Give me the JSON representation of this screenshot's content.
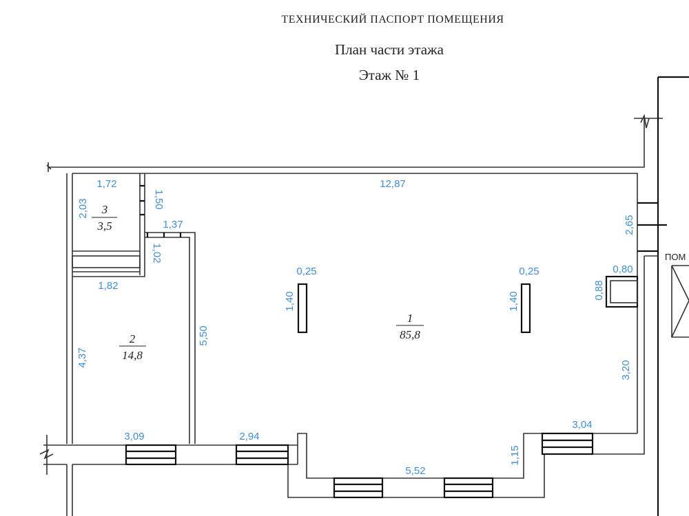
{
  "header": {
    "document_title": "ТЕХНИЧЕСКИЙ ПАСПОРТ ПОМЕЩЕНИЯ",
    "plan_title": "План части этажа",
    "floor_title": "Этаж № 1"
  },
  "rooms": [
    {
      "number": "1",
      "area": "85,8"
    },
    {
      "number": "2",
      "area": "14,8"
    },
    {
      "number": "3",
      "area": "3,5"
    }
  ],
  "dimensions": {
    "top_wall": "12,87",
    "room3_width": "1,72",
    "room3_height": "2,03",
    "partition_150": "1,50",
    "partition_137": "1,37",
    "partition_102": "1,02",
    "room2_width": "1,82",
    "room2_height": "4,37",
    "partition_550": "5,50",
    "column_left_w": "0,25",
    "column_left_h": "1,40",
    "column_right_w": "0,25",
    "column_right_h": "1,40",
    "shaft_w": "0,80",
    "shaft_h": "0,88",
    "right_wall_upper": "2,65",
    "right_wall_lower": "3,20",
    "bottom_room2": "3,09",
    "bottom_room1": "2,94",
    "bay_bottom": "5,52",
    "bay_side": "1,15",
    "bottom_right": "3,04"
  },
  "neighbor_label": "ПОМ",
  "colors": {
    "dimension": "#3b8fe0",
    "wall": "#333333"
  }
}
